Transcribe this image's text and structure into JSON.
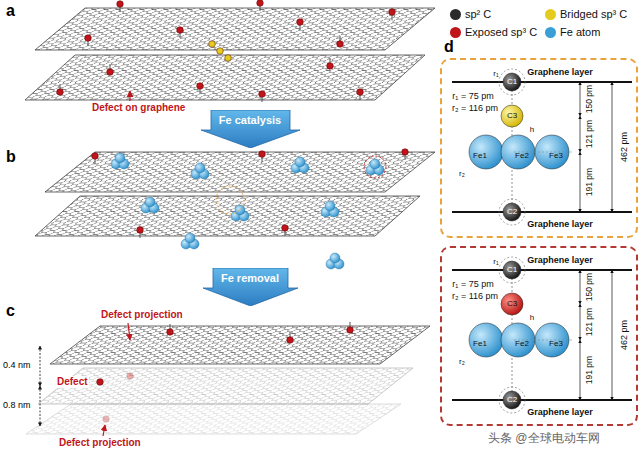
{
  "diagram": {
    "nodes": [
      {
        "text": [
          "Fe catalysis"
        ]
      },
      {
        "text": [
          "Fe removal"
        ]
      },
      {
        "text": [
          "Graphene layer",
          "r₁ = 75 pm",
          "r₂ = 116 pm",
          "C1",
          "r₁",
          "C3",
          "Fe1",
          "Fe2",
          "Fe3",
          "h",
          "r₂",
          "150 pm",
          "121 pm",
          "191 pm",
          "462 pm",
          "C2",
          "Graphene layer"
        ]
      },
      {
        "text": [
          "Graphene layer",
          "r₁ = 75 pm",
          "r₂ = 116 pm",
          "C1",
          "r₁",
          "C3",
          "Fe1",
          "Fe2",
          "Fe3",
          "h",
          "r₂",
          "150 pm",
          "121 pm",
          "191 pm",
          "462 pm",
          "C2",
          "Graphene layer"
        ]
      }
    ],
    "labels": [
      "a",
      "b",
      "c",
      "d",
      "Defect on graphene",
      "Defect projection",
      "0.4 nm",
      "0.8 nm",
      "Defect",
      "Defect projection",
      "头条 @全球电动车网"
    ],
    "legend": [
      {
        "text": "sp² C",
        "color": "#2b2b2b"
      },
      {
        "text": "Bridged sp³ C",
        "color": "#e3cc1e"
      },
      {
        "text": "Exposed sp³ C",
        "color": "#c0151a"
      },
      {
        "text": "Fe atom",
        "color": "#3a9fd6"
      }
    ]
  }
}
